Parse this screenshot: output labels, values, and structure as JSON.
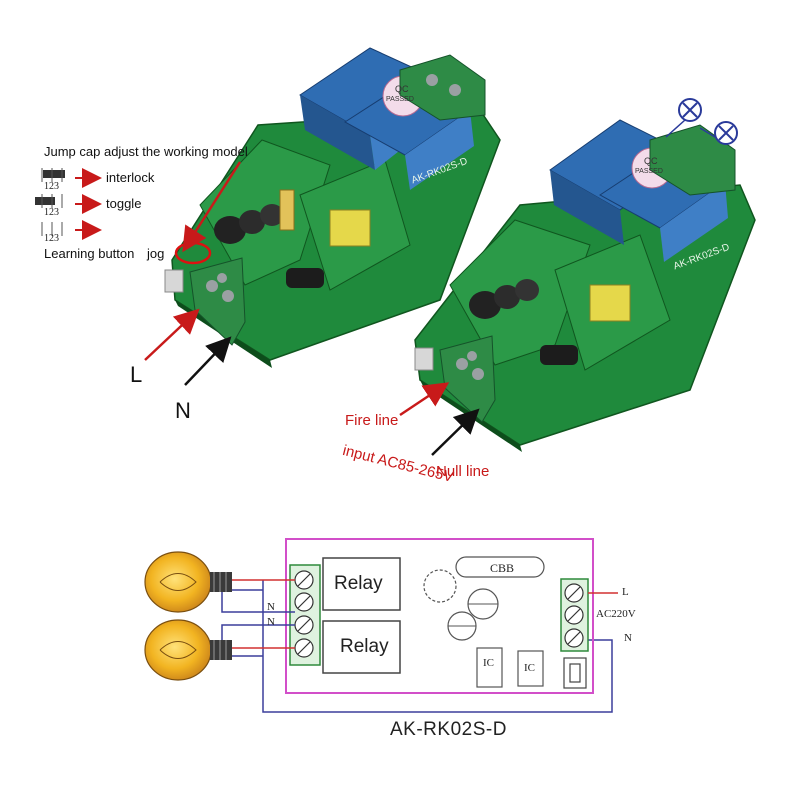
{
  "boards": {
    "left": {
      "header": "Jump cap adjust the working model",
      "modes": [
        "interlock",
        "toggle"
      ],
      "jumper_label": "123",
      "learning_button": "Learning button",
      "jog": "jog",
      "terminal_l": "L",
      "terminal_n": "N",
      "relay_stamp": "QC",
      "relay_passed": "PASSED",
      "model_print": "AK-RK02S-D"
    },
    "right": {
      "fire_line": "Fire line",
      "null_line": "Null line",
      "input_range": "input AC85-265V",
      "relay_stamp": "QC",
      "relay_passed": "PASSED",
      "model_print": "AK-RK02S-D"
    }
  },
  "schematic": {
    "model": "AK-RK02S-D",
    "relay_1": "Relay",
    "relay_2": "Relay",
    "cap": "CBB",
    "ic_1": "IC",
    "ic_2": "IC",
    "l_label": "L",
    "supply": "AC220V",
    "n_label": "N",
    "n_left_1": "N",
    "n_left_2": "N"
  },
  "colors": {
    "pcb_green": "#1f8a3c",
    "relay_blue": "#2f6db3",
    "terminal_green": "#2e8b46",
    "arrow_red": "#c81a1a",
    "frame_magenta": "#d24fc9",
    "wire_red": "#d23030",
    "wire_blue": "#3b3f9c",
    "bulb_yellow": "#f2b421"
  }
}
